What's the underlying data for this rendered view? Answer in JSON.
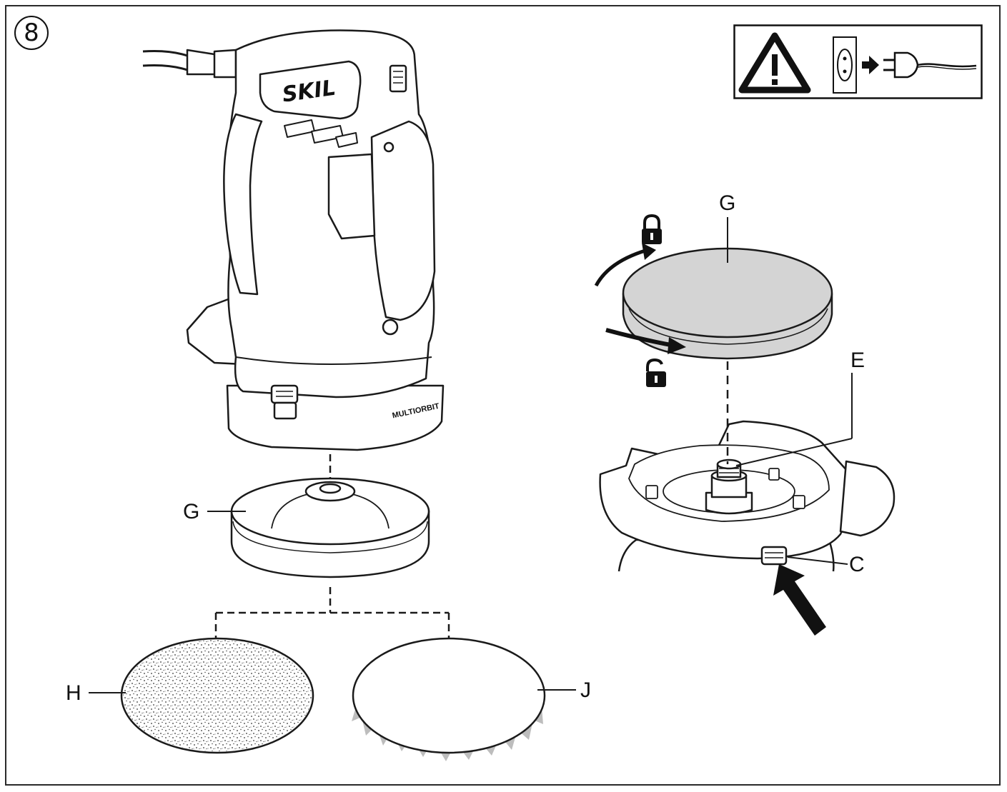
{
  "figure": {
    "step_number": "8",
    "brand_logo": "SKIL",
    "tool_model_label": "MULTIORBIT",
    "warning_panel": {
      "icons": [
        "warning-triangle-icon",
        "wall-socket-icon",
        "arrow-right-icon",
        "power-plug-icon"
      ]
    },
    "rotation_icons": [
      "lock-closed-icon",
      "lock-open-icon",
      "rotate-arrow-icon"
    ],
    "callouts": {
      "g_left": "G",
      "g_right": "G",
      "e": "E",
      "c": "C",
      "h": "H",
      "j": "J"
    },
    "colors": {
      "line": "#1a1a1a",
      "pad_fill": "#d4d4d4",
      "fleece_fill": "#bdbdbd"
    }
  }
}
